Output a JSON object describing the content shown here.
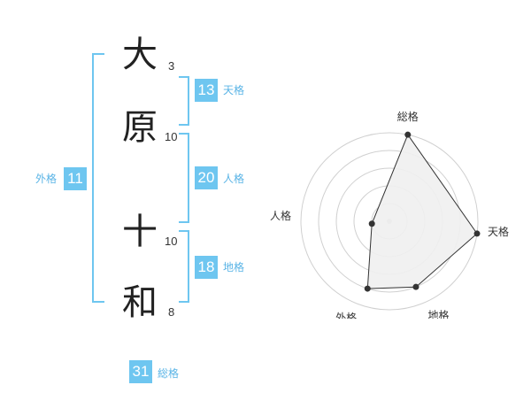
{
  "name": {
    "chars": [
      {
        "char": "大",
        "strokes": "3"
      },
      {
        "char": "原",
        "strokes": "10"
      },
      {
        "char": "十",
        "strokes": "10"
      },
      {
        "char": "和",
        "strokes": "8"
      }
    ]
  },
  "fortunes": {
    "tenkaku": {
      "value": "13",
      "label": "天格"
    },
    "jinkaku": {
      "value": "20",
      "label": "人格"
    },
    "chikaku": {
      "value": "18",
      "label": "地格"
    },
    "gaikaku": {
      "value": "11",
      "label": "外格"
    },
    "soukaku": {
      "value": "31",
      "label": "総格"
    }
  },
  "colors": {
    "accent": "#6ec6f0",
    "label": "#5ab4e6",
    "ring": "#d0d0d0",
    "fill": "#f0f0f0"
  },
  "chart_data": {
    "type": "radar",
    "axes": [
      "総格",
      "天格",
      "地格",
      "外格",
      "人格"
    ],
    "values": [
      5,
      5,
      4,
      4,
      1
    ],
    "rlim": [
      0,
      5
    ],
    "rings": 5,
    "grid": true
  }
}
